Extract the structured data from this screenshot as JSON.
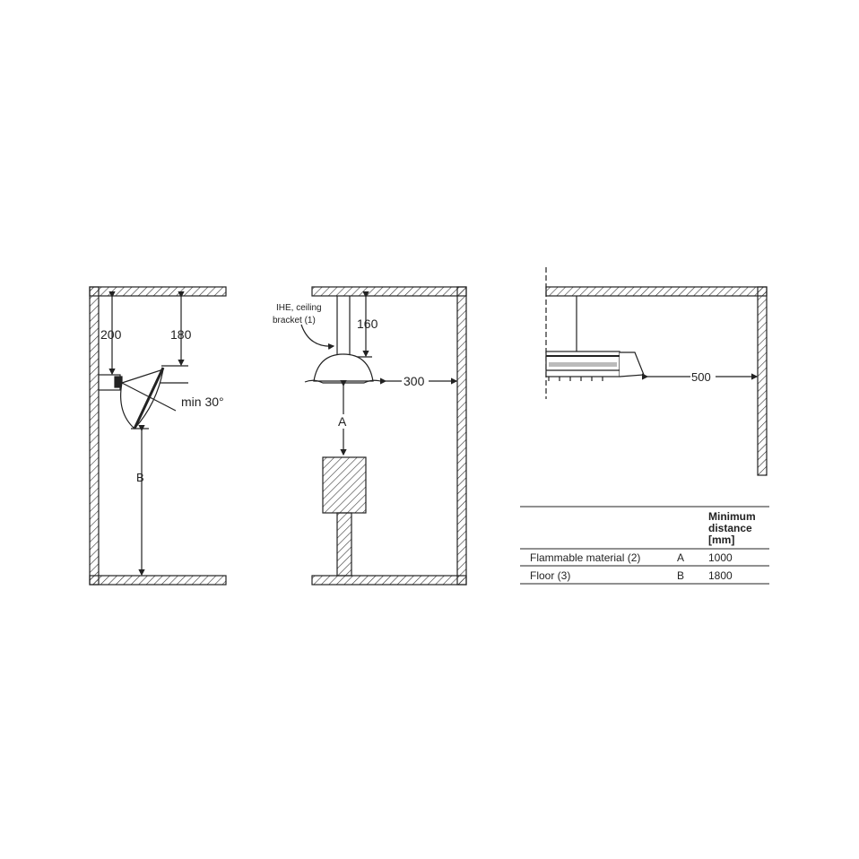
{
  "diagram": {
    "wall_mount": {
      "dim_ceiling_to_bracket": "200",
      "dim_ceiling_to_heater": "180",
      "angle_label": "min 30°",
      "floor_distance_label": "B"
    },
    "ceiling_mount": {
      "bracket_callout": "IHE, ceiling bracket (1)",
      "bracket_callout_line1": "IHE, ceiling",
      "bracket_callout_line2": "bracket (1)",
      "dim_ceiling": "160",
      "dim_side_wall": "300",
      "flammable_distance_label": "A"
    },
    "side_view": {
      "dim_side_wall": "500"
    }
  },
  "table": {
    "header": {
      "line1": "Minimum",
      "line2": "distance",
      "line3": "[mm]"
    },
    "rows": [
      {
        "item": "Flammable material (2)",
        "key": "A",
        "value": "1000"
      },
      {
        "item": "Floor (3)",
        "key": "B",
        "value": "1800"
      }
    ]
  },
  "colors": {
    "line": "#222222",
    "background": "#ffffff"
  }
}
